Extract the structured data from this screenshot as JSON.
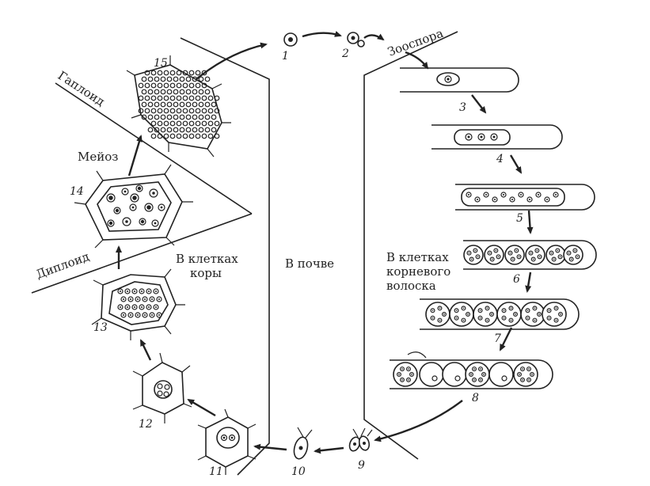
{
  "labels": {
    "haploid": "Гаплоид",
    "diploid": "Диплоид",
    "meiosis": "Мейоз",
    "zoospore": "Зооспора",
    "in_soil": "В почве",
    "cortex_cells": [
      "В клетках",
      "коры"
    ],
    "root_hair_cells": [
      "В клетках",
      "корневого",
      "волоска"
    ]
  },
  "stages": [
    "1",
    "2",
    "3",
    "4",
    "5",
    "6",
    "7",
    "8",
    "9",
    "10",
    "11",
    "12",
    "13",
    "14",
    "15"
  ]
}
